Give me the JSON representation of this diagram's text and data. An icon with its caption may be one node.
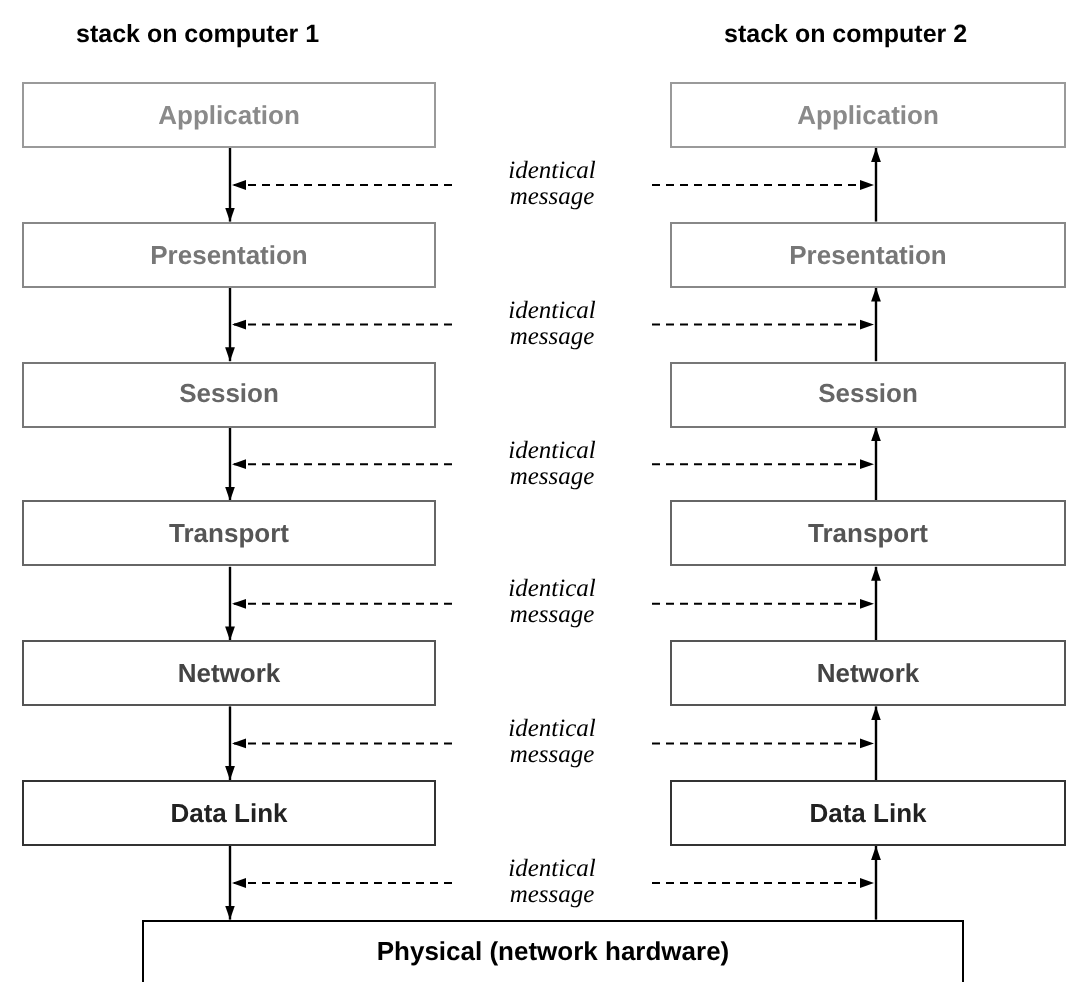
{
  "diagram": {
    "nodes": [
      {
        "text": [
          "Application"
        ]
      },
      {
        "text": [
          "Application"
        ]
      },
      {
        "text": [
          "Presentation"
        ]
      },
      {
        "text": [
          "Presentation"
        ]
      },
      {
        "text": [
          "Session"
        ]
      },
      {
        "text": [
          "Session"
        ]
      },
      {
        "text": [
          "Transport"
        ]
      },
      {
        "text": [
          "Transport"
        ]
      },
      {
        "text": [
          "Network"
        ]
      },
      {
        "text": [
          "Network"
        ]
      },
      {
        "text": [
          "Data Link"
        ]
      },
      {
        "text": [
          "Data Link"
        ]
      },
      {
        "text": [
          "Physical (network hardware)"
        ]
      }
    ],
    "edges": [
      {
        "from": 0,
        "to": 2,
        "arrow": "to"
      },
      {
        "from": 2,
        "to": 4,
        "arrow": "to"
      },
      {
        "from": 4,
        "to": 6,
        "arrow": "to"
      },
      {
        "from": 6,
        "to": 8,
        "arrow": "to"
      },
      {
        "from": 8,
        "to": 10,
        "arrow": "to"
      },
      {
        "from": 10,
        "to": 12,
        "arrow": "to"
      },
      {
        "from": 12,
        "to": 11,
        "arrow": "to"
      },
      {
        "from": 11,
        "to": 9,
        "arrow": "to"
      },
      {
        "from": 9,
        "to": 7,
        "arrow": "to"
      },
      {
        "from": 7,
        "to": 5,
        "arrow": "to"
      },
      {
        "from": 5,
        "to": 3,
        "arrow": "to"
      },
      {
        "from": 3,
        "to": 1,
        "arrow": "to"
      }
    ],
    "labels": [
      "stack on computer 1",
      "stack on computer 2",
      "identical message",
      "identical message",
      "identical message",
      "identical message",
      "identical message",
      "identical message"
    ]
  }
}
